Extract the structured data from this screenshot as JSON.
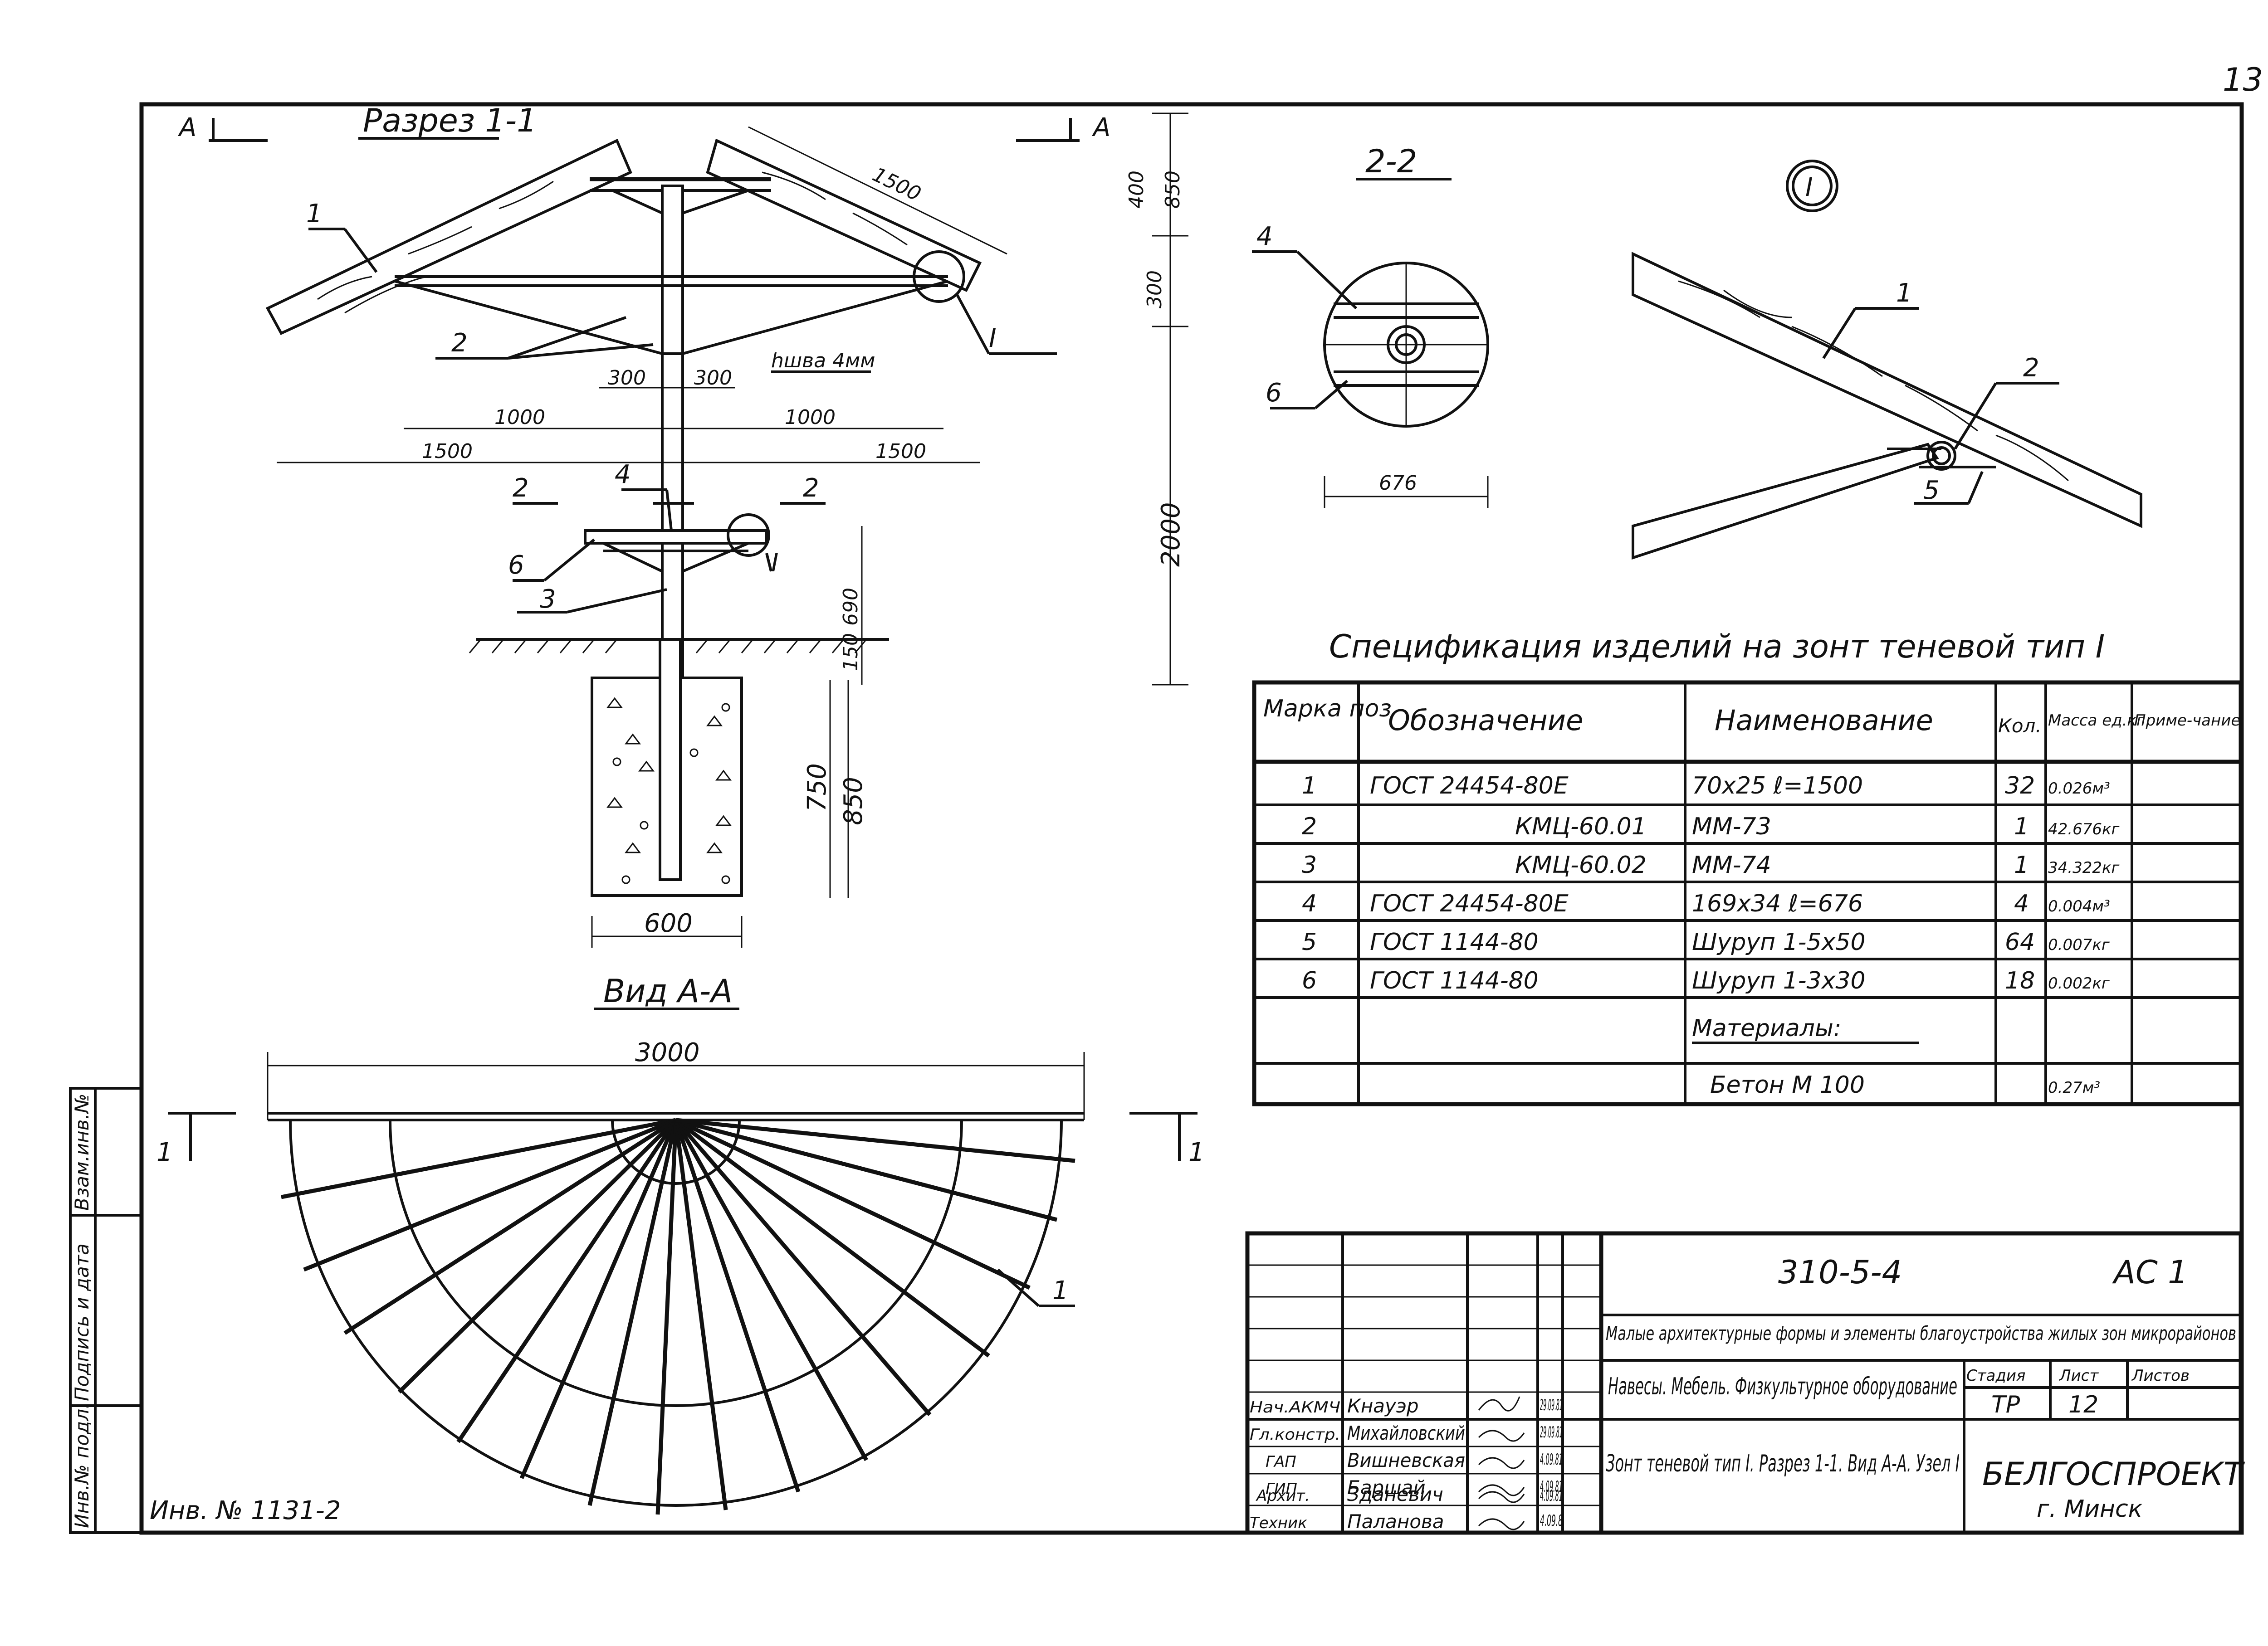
{
  "sheet": {
    "page_number": "13",
    "frame_side_labels": [
      "Взам.инв.№",
      "Подпись и дата",
      "Инв.№ подл."
    ],
    "inventory_number": "Инв. № 1131-2"
  },
  "section_1_1": {
    "title": "Разрез 1-1",
    "cut_marks": [
      "А",
      "А"
    ],
    "dims": {
      "rafter": "1500",
      "h400": "400",
      "h850": "850",
      "h300": "300",
      "h2000": "2000",
      "h690": "690",
      "h150": "150",
      "h750": "750",
      "h850b": "850",
      "w300a": "300",
      "w300b": "300",
      "w1000a": "1000",
      "w1000b": "1000",
      "w1500a": "1500",
      "w1500b": "1500",
      "w600": "600"
    },
    "note": "hшва 4мм",
    "section_marks": [
      "2",
      "2"
    ],
    "callouts": [
      "1",
      "2",
      "I",
      "4",
      "6",
      "3",
      "I"
    ]
  },
  "section_2_2": {
    "title": "2-2",
    "dim": "676",
    "callouts": [
      "4",
      "6"
    ]
  },
  "node_I": {
    "title": "I",
    "callouts": [
      "1",
      "2",
      "5"
    ]
  },
  "view_A_A": {
    "title": "Вид А-А",
    "dim": "3000",
    "cut_marks": [
      "1",
      "1"
    ],
    "callout": "1"
  },
  "spec": {
    "title": "Спецификация изделий на зонт теневой тип I",
    "headers": {
      "mark": "Марка поз",
      "designation": "Обозначение",
      "name": "Наименование",
      "qty": "Кол.",
      "mass": "Масса ед.кг",
      "note": "Приме-чание"
    },
    "rows": [
      {
        "mark": "1",
        "designation": "ГОСТ 24454-80Е",
        "name": "70х25 ℓ=1500",
        "qty": "32",
        "mass": "0.026м³"
      },
      {
        "mark": "2",
        "designation": "КМЦ-60.01",
        "name": "ММ-73",
        "qty": "1",
        "mass": "42.676кг"
      },
      {
        "mark": "3",
        "designation": "КМЦ-60.02",
        "name": "ММ-74",
        "qty": "1",
        "mass": "34.322кг"
      },
      {
        "mark": "4",
        "designation": "ГОСТ 24454-80Е",
        "name": "169х34 ℓ=676",
        "qty": "4",
        "mass": "0.004м³"
      },
      {
        "mark": "5",
        "designation": "ГОСТ 1144-80",
        "name": "Шуруп 1-5х50",
        "qty": "64",
        "mass": "0.007кг"
      },
      {
        "mark": "6",
        "designation": "ГОСТ 1144-80",
        "name": "Шуруп 1-3х30",
        "qty": "18",
        "mass": "0.002кг"
      },
      {
        "mark": "",
        "designation": "",
        "name": "Материалы:",
        "qty": "",
        "mass": ""
      },
      {
        "mark": "",
        "designation": "",
        "name": "Бетон М 100",
        "qty": "",
        "mass": "0.27м³"
      }
    ]
  },
  "title_block": {
    "code": "310-5-4",
    "sheet_code": "АС 1",
    "series_title": "Малые архитектурные формы и элементы благоустройства жилых зон микрорайонов",
    "section_title": "Навесы. Мебель. Физкультурное оборудование",
    "drawing_title": "Зонт теневой тип I. Разрез 1-1. Вид А-А. Узел I",
    "org": "БЕЛГОСПРОЕКТ",
    "city": "г. Минск",
    "stage_label": "Стадия",
    "sheet_label": "Лист",
    "sheets_label": "Листов",
    "stage": "ТР",
    "sheet": "12",
    "people": [
      {
        "role": "Нач.АКМЧ",
        "name": "Кнауэр",
        "date": "29.09.81"
      },
      {
        "role": "Гл.констр.",
        "name": "Михайловский",
        "date": "29.09.81"
      },
      {
        "role": "ГАП",
        "name": "Вишневская",
        "date": "4.09.81"
      },
      {
        "role": "ГИП",
        "name": "Баршай",
        "date": "4.09.81"
      },
      {
        "role": "Архит.",
        "name": "Зданевич",
        "date": "4.09.81"
      },
      {
        "role": "Техник",
        "name": "Паланова",
        "date": "4.09.8"
      }
    ]
  }
}
